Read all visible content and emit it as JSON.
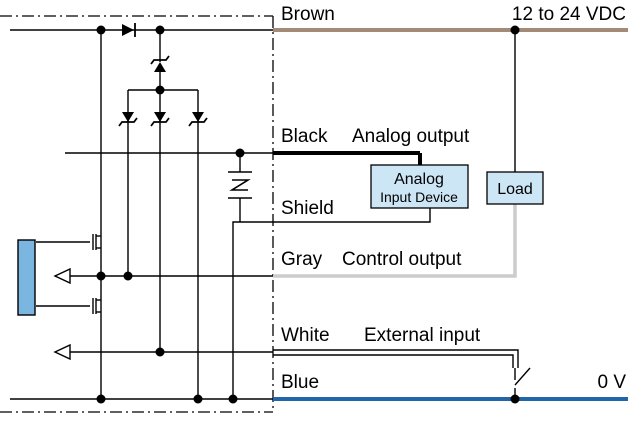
{
  "wires": {
    "brown": "Brown",
    "supply": "12 to 24 VDC",
    "black": "Black",
    "analog_output": "Analog output",
    "shield": "Shield",
    "gray": "Gray",
    "control_output": "Control output",
    "white": "White",
    "external_input": "External input",
    "blue": "Blue",
    "zero_volt": "0 V"
  },
  "devices": {
    "analog_input_line1": "Analog",
    "analog_input_line2": "Input Device",
    "load": "Load"
  },
  "colors": {
    "brown_wire": "#a48b77",
    "blue_wire": "#2166a8",
    "gray_wire": "#cccccc",
    "black_wire": "#000000",
    "device_fill": "#cde6f6",
    "indicator_fill": "#7ab6e0"
  }
}
